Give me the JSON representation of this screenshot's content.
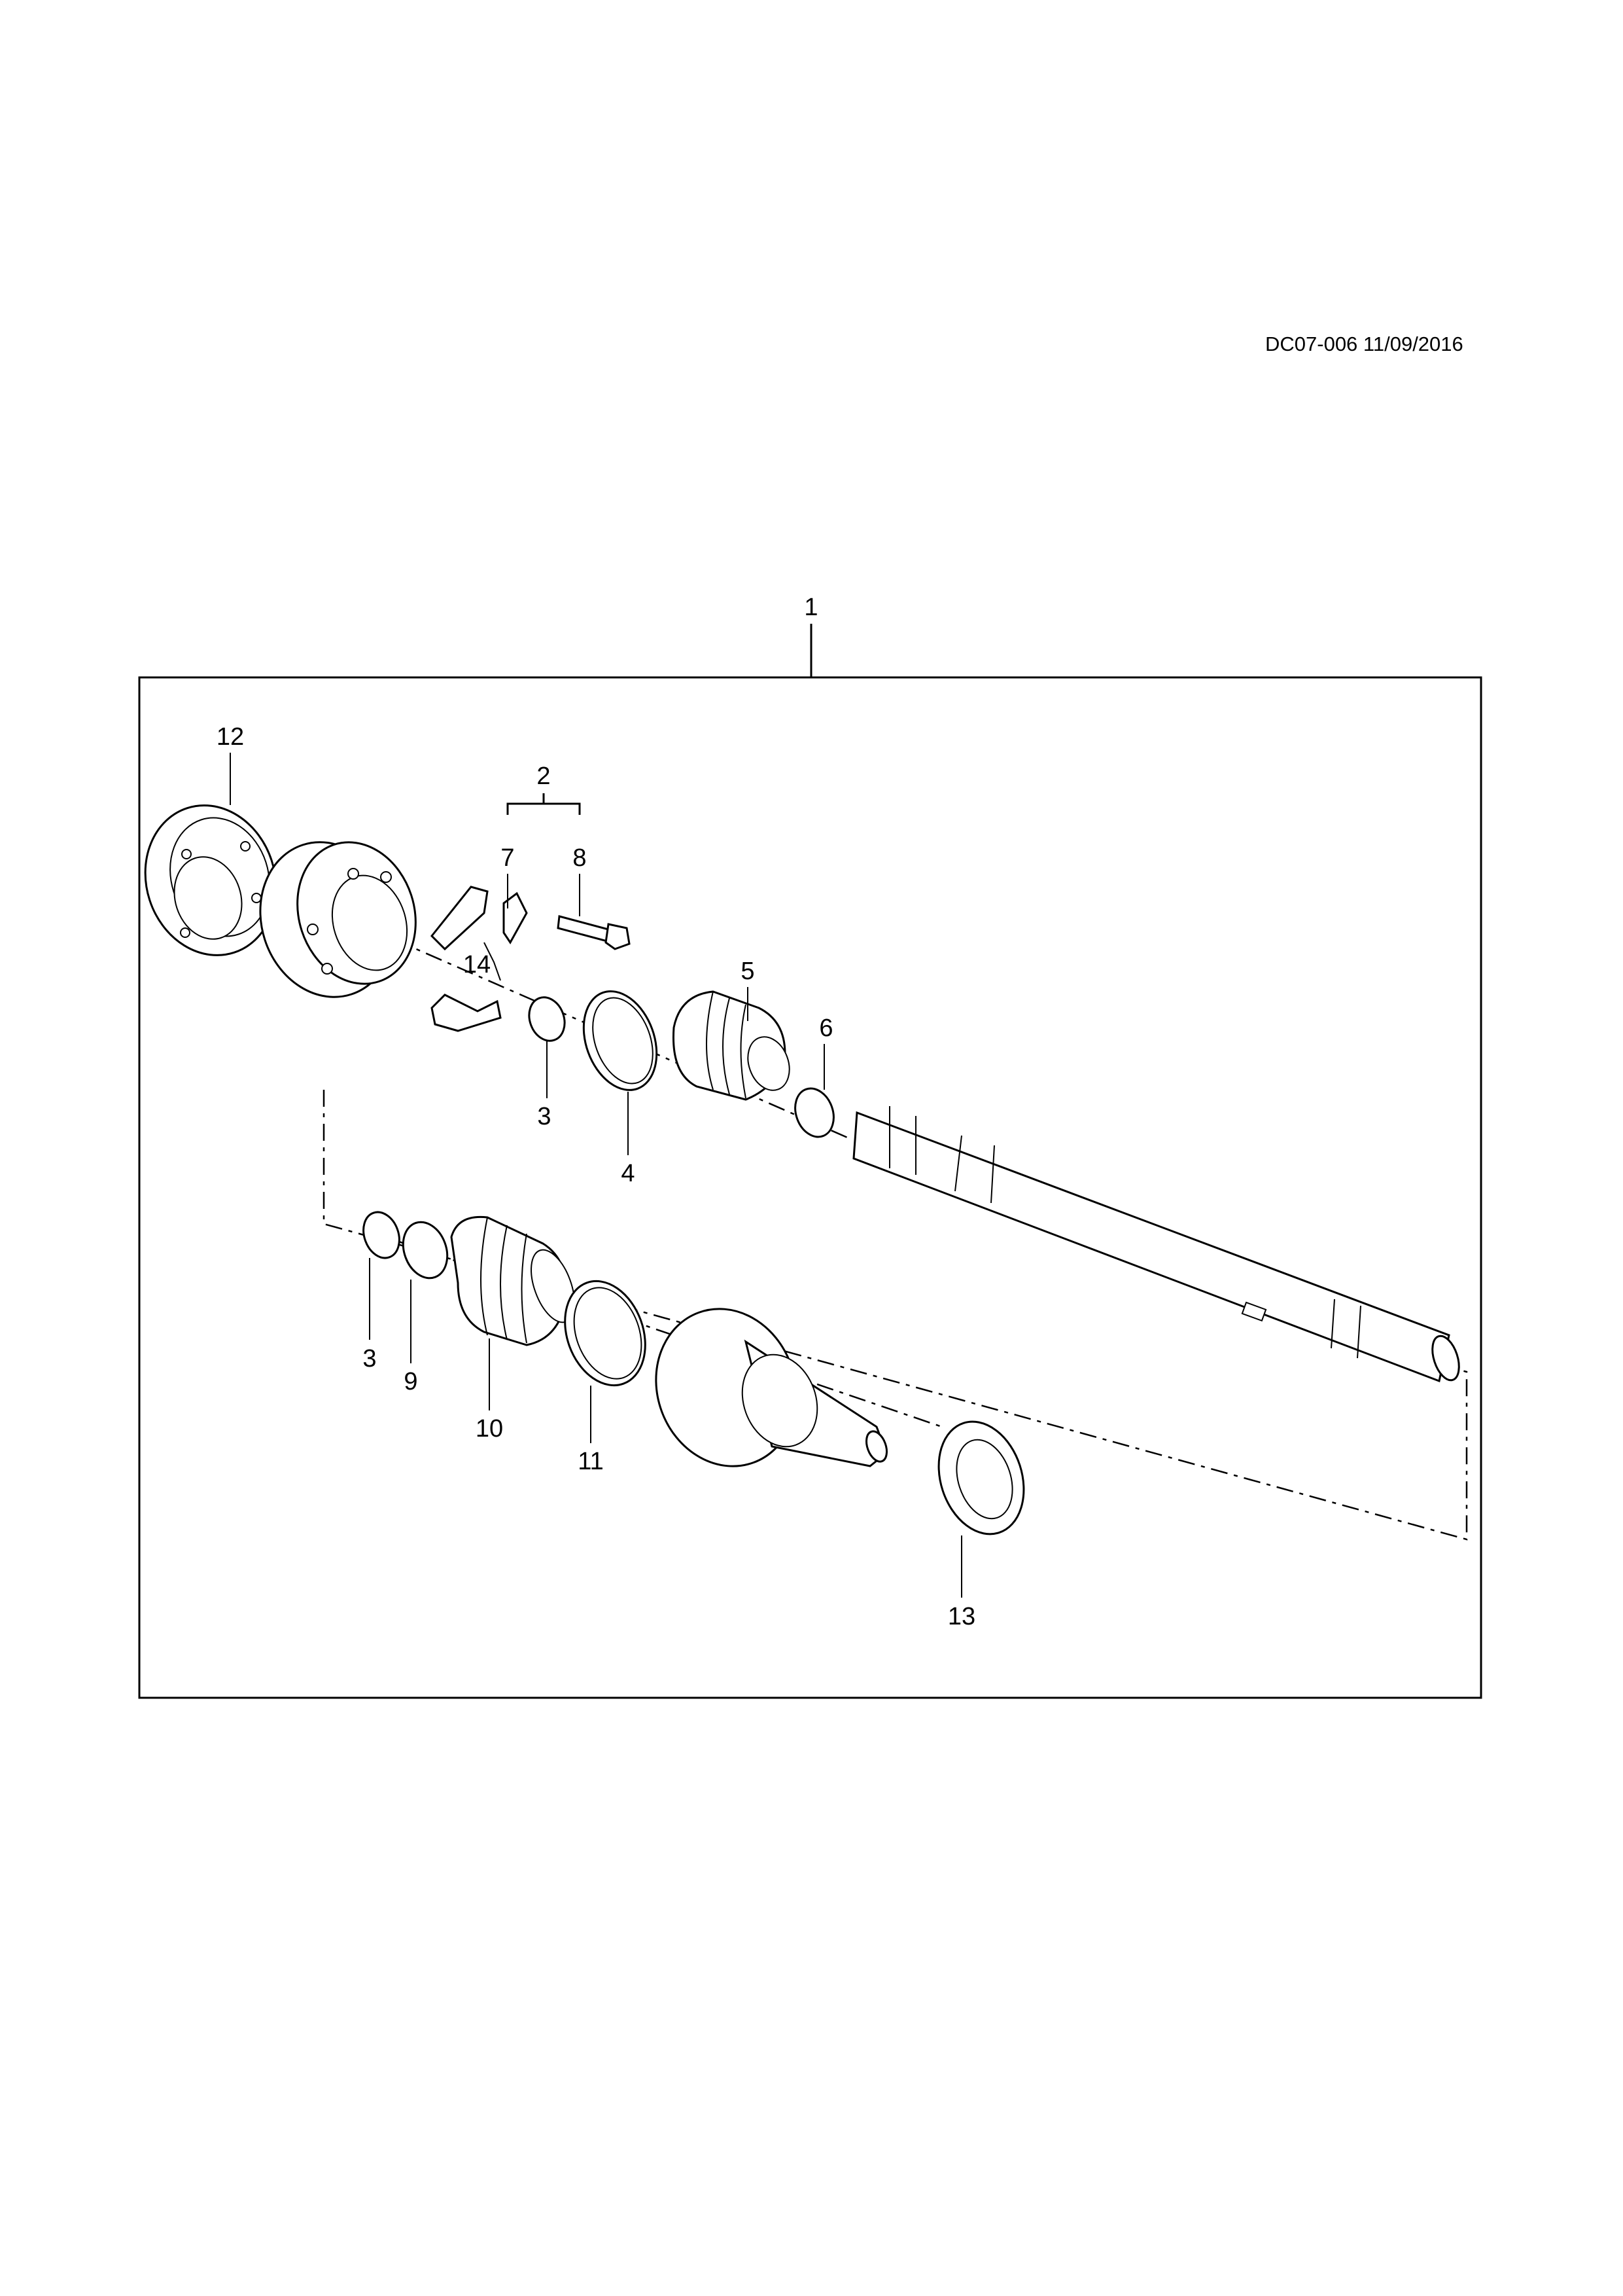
{
  "document": {
    "reference": "DC07-006 11/09/2016"
  },
  "callouts": [
    {
      "id": "c1",
      "label": "1"
    },
    {
      "id": "c2",
      "label": "2"
    },
    {
      "id": "c3a",
      "label": "3"
    },
    {
      "id": "c3b",
      "label": "3"
    },
    {
      "id": "c4",
      "label": "4"
    },
    {
      "id": "c5",
      "label": "5"
    },
    {
      "id": "c6",
      "label": "6"
    },
    {
      "id": "c7",
      "label": "7"
    },
    {
      "id": "c8",
      "label": "8"
    },
    {
      "id": "c9",
      "label": "9"
    },
    {
      "id": "c10",
      "label": "10"
    },
    {
      "id": "c11",
      "label": "11"
    },
    {
      "id": "c12",
      "label": "12"
    },
    {
      "id": "c13",
      "label": "13"
    },
    {
      "id": "c14",
      "label": "14"
    }
  ]
}
